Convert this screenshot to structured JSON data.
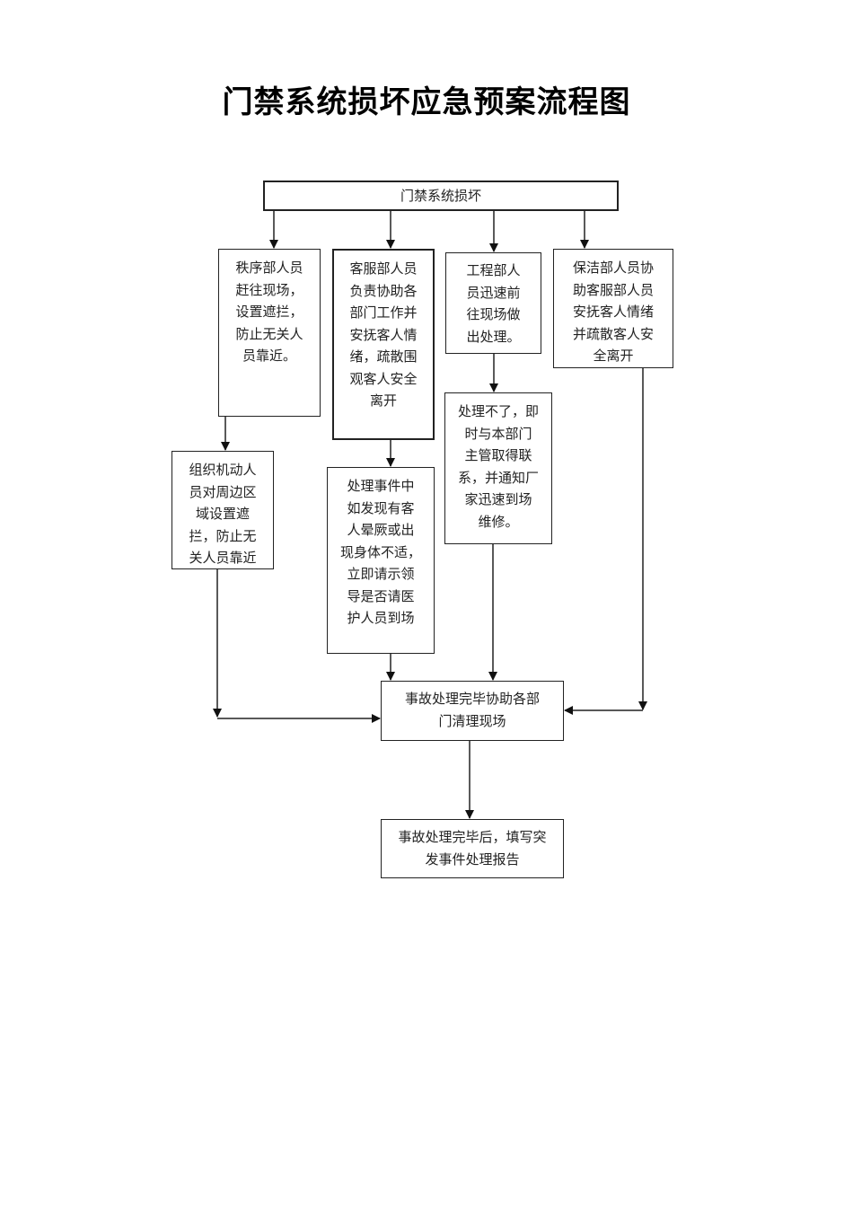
{
  "title": "门禁系统损坏应急预案流程图",
  "nodes": {
    "start": "门禁系统损坏",
    "security": "秩序部人员\n赶往现场，\n设置遮拦，\n防止无关人\n员靠近。",
    "service": "客服部人员\n负责协助各\n部门工作并\n安抚客人情\n绪，疏散围\n观客人安全\n离开",
    "engineering": "工程部人\n员迅速前\n往现场做\n出处理。",
    "cleaning": "保洁部人员协\n助客服部人员\n安抚客人情绪\n并疏散客人安\n全离开",
    "mobile_team": "组织机动人\n员对周边区\n域设置遮\n拦，防止无\n关人员靠近",
    "medical": "处理事件中\n如发现有客\n人晕厥或出\n现身体不适，\n立即请示领\n导是否请医\n护人员到场",
    "escalate": "处理不了，即\n时与本部门\n主管取得联\n系，并通知厂\n家迅速到场\n维修。",
    "cleanup": "事故处理完毕协助各部\n门清理现场",
    "report": "事故处理完毕后，填写突\n发事件处理报告"
  },
  "edges": [
    [
      "start",
      "security"
    ],
    [
      "start",
      "service"
    ],
    [
      "start",
      "engineering"
    ],
    [
      "start",
      "cleaning"
    ],
    [
      "security",
      "mobile_team"
    ],
    [
      "service",
      "medical"
    ],
    [
      "engineering",
      "escalate"
    ],
    [
      "mobile_team",
      "cleanup"
    ],
    [
      "medical",
      "cleanup"
    ],
    [
      "escalate",
      "cleanup"
    ],
    [
      "cleaning",
      "cleanup"
    ],
    [
      "cleanup",
      "report"
    ]
  ]
}
